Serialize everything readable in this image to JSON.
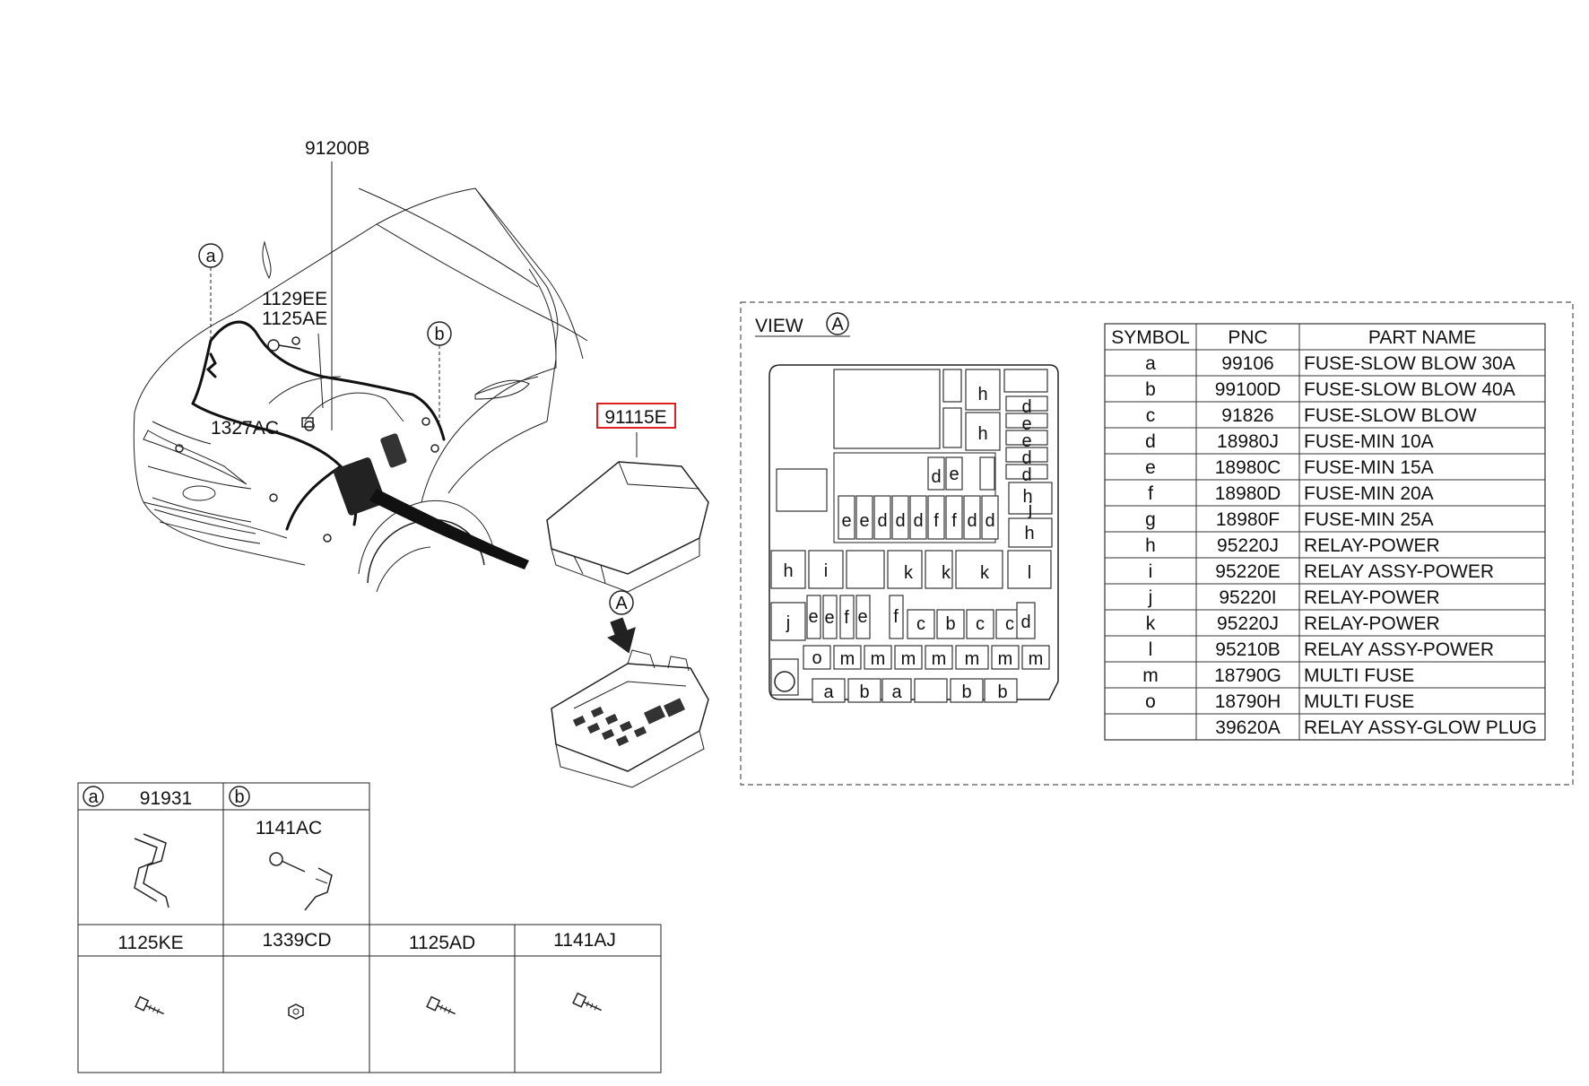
{
  "callouts": {
    "harness": "91200B",
    "cover": "91115E",
    "bolt_a": "1129EE",
    "bolt_b": "1125AE",
    "nut": "1327AC",
    "ref_a": "a",
    "ref_b": "b",
    "ref_view": "A"
  },
  "view": {
    "label": "VIEW",
    "circle": "A",
    "fuse_labels": {
      "top_right": [
        "d",
        "e",
        "e",
        "d",
        "d"
      ],
      "mid_row": [
        "e",
        "e",
        "d",
        "d",
        "d",
        "f",
        "f",
        "d",
        "d"
      ],
      "mid_top": [
        "d",
        "e"
      ],
      "relay_h": [
        "h",
        "h",
        "h",
        "h"
      ],
      "relay_row": [
        "h",
        "i",
        "k",
        "k",
        "k",
        "l"
      ],
      "row4": [
        "j",
        "e",
        "e",
        "f",
        "e",
        "f",
        "c",
        "b",
        "c",
        "c",
        "d"
      ],
      "row5": [
        "o",
        "m",
        "m",
        "m",
        "m",
        "m",
        "m",
        "m"
      ],
      "row6": [
        "a",
        "b",
        "a",
        "b",
        "b"
      ],
      "extra_j": "j"
    }
  },
  "table": {
    "headers": [
      "SYMBOL",
      "PNC",
      "PART NAME"
    ],
    "rows": [
      [
        "a",
        "99106",
        "FUSE-SLOW BLOW 30A"
      ],
      [
        "b",
        "99100D",
        "FUSE-SLOW BLOW 40A"
      ],
      [
        "c",
        "91826",
        "FUSE-SLOW BLOW"
      ],
      [
        "d",
        "18980J",
        "FUSE-MIN 10A"
      ],
      [
        "e",
        "18980C",
        "FUSE-MIN 15A"
      ],
      [
        "f",
        "18980D",
        "FUSE-MIN 20A"
      ],
      [
        "g",
        "18980F",
        "FUSE-MIN 25A"
      ],
      [
        "h",
        "95220J",
        "RELAY-POWER"
      ],
      [
        "i",
        "95220E",
        "RELAY ASSY-POWER"
      ],
      [
        "j",
        "95220I",
        "RELAY-POWER"
      ],
      [
        "k",
        "95220J",
        "RELAY-POWER"
      ],
      [
        "l",
        "95210B",
        "RELAY ASSY-POWER"
      ],
      [
        "m",
        "18790G",
        "MULTI FUSE"
      ],
      [
        "o",
        "18790H",
        "MULTI FUSE"
      ],
      [
        "",
        "39620A",
        "RELAY ASSY-GLOW PLUG"
      ]
    ]
  },
  "parts_grid": {
    "top": [
      {
        "ref": "a",
        "pnc": "91931"
      },
      {
        "ref": "b",
        "pnc": "1141AC"
      }
    ],
    "bottom": [
      "1125KE",
      "1339CD",
      "1125AD",
      "1141AJ"
    ]
  },
  "colors": {
    "highlight": "#e02020",
    "line": "#222222"
  }
}
